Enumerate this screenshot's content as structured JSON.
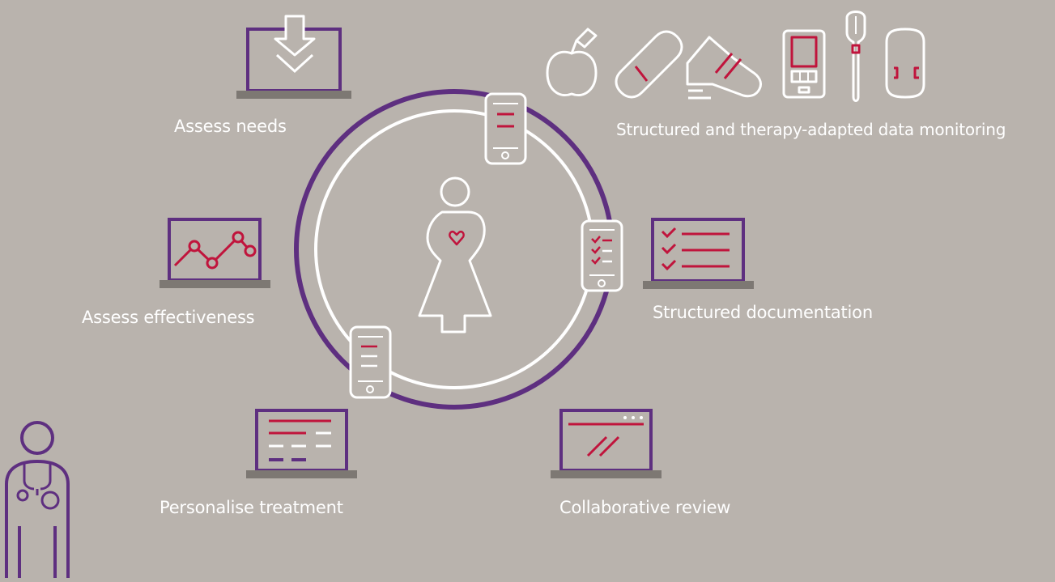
{
  "steps": {
    "assess_needs": "Assess needs",
    "assess_effectiveness": "Assess effectiveness",
    "structured_documentation": "Structured documentation",
    "personalise_treatment": "Personalise treatment",
    "collaborative_review": "Collaborative review",
    "data_monitoring": "Structured and therapy-adapted data monitoring"
  },
  "icons": {
    "assess_needs": "laptop-download-icon",
    "assess_effectiveness": "laptop-chart-icon",
    "structured_documentation": "laptop-checklist-icon",
    "personalise_treatment": "laptop-plan-icon",
    "collaborative_review": "laptop-review-icon",
    "monitoring": [
      "apple-icon",
      "pill-icon",
      "shoe-icon",
      "glucose-meter-icon",
      "lancet-icon",
      "sensor-icon"
    ],
    "center": "pregnant-woman-icon",
    "doctor": "doctor-icon",
    "phones": [
      "smartphone-icon",
      "smartphone-checklist-icon",
      "smartphone-icon"
    ]
  },
  "colors": {
    "background": "#b9b3ad",
    "purple": "#5e2f80",
    "magenta": "#c0143c",
    "white": "#ffffff",
    "grey": "#7d7873"
  }
}
